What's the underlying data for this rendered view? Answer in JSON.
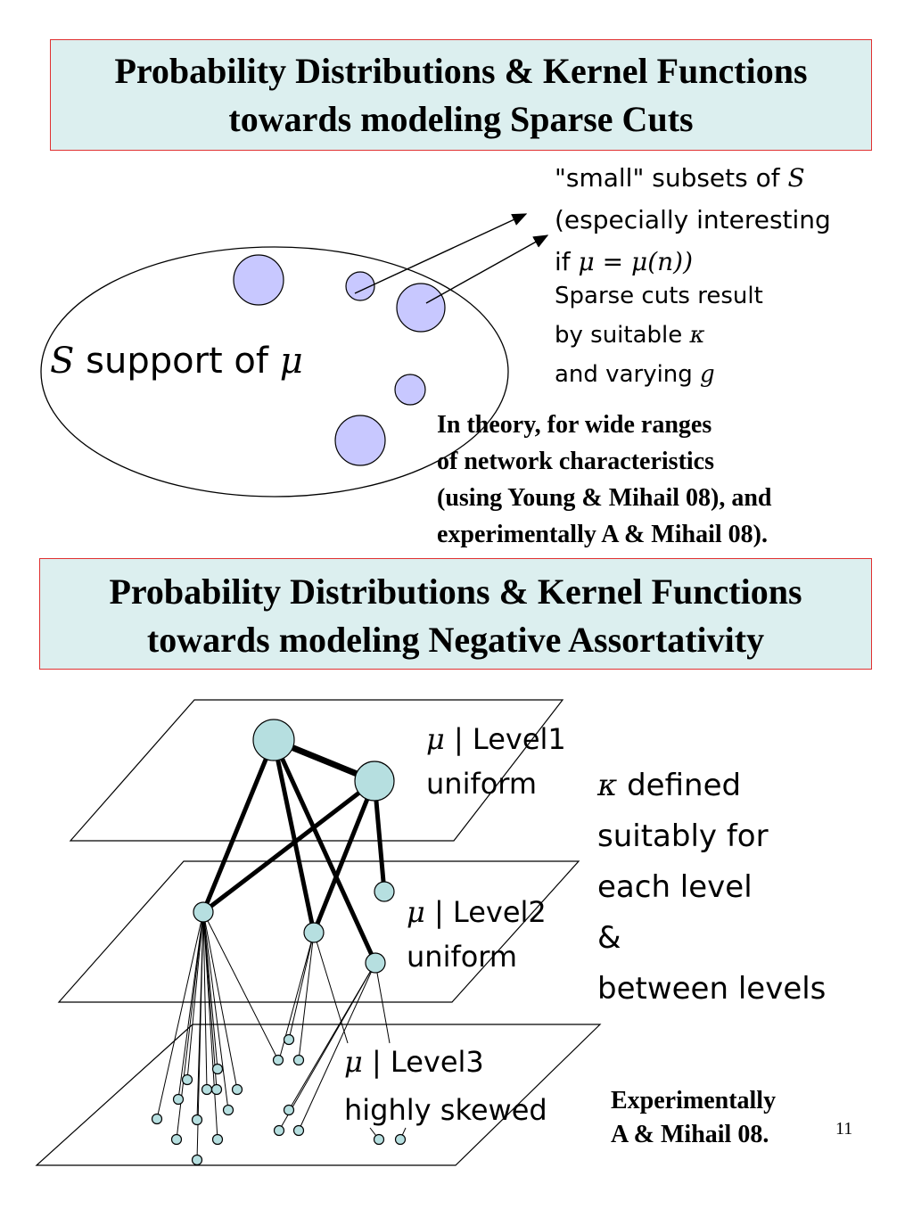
{
  "slide": {
    "title_top": {
      "line1": "Probability Distributions & Kernel Functions",
      "line2": "towards modeling Sparse Cuts"
    },
    "title_bottom": {
      "line1": "Probability Distributions & Kernel Functions",
      "line2": "towards modeling Negative Assortativity"
    },
    "page_number": "11"
  },
  "sparse_cuts": {
    "support_label": {
      "sym": "S",
      "text": " support of ",
      "mu": "μ"
    },
    "subsets_note": {
      "line1_pre": "\"small\" subsets of ",
      "line1_sym": "S",
      "line2": "(especially interesting",
      "line3_pre": "if ",
      "line3_math": "μ = μ(n))"
    },
    "cuts_note": {
      "line1": "Sparse cuts result",
      "line2_pre": "by suitable ",
      "line2_sym": "κ",
      "line3_pre": "and varying ",
      "line3_sym": "g"
    },
    "theory_note": {
      "line1": "In theory, for wide ranges",
      "line2": "of network characteristics",
      "line3": "(using Young & Mihail 08), and",
      "line4": "experimentally A & Mihail 08)."
    }
  },
  "assortativity": {
    "level1": {
      "mu": "μ",
      "label": " | Level1",
      "dist": "uniform"
    },
    "level2": {
      "mu": "μ",
      "label": " | Level2",
      "dist": "uniform"
    },
    "level3": {
      "mu": "μ",
      "label": " | Level3",
      "dist": "highly skewed"
    },
    "kappa_note": {
      "sym": "κ",
      "line1": " defined",
      "line2": "suitably for",
      "line3": "each level",
      "line4": "&",
      "line5": "between levels"
    },
    "experimental_note": {
      "line1": "Experimentally",
      "line2": "A & Mihail 08."
    }
  },
  "colors": {
    "title_bg": "#dcefef",
    "title_border": "#e03030",
    "circle_fill": "#c8c8ff",
    "node_fill": "#b6dfe0"
  }
}
